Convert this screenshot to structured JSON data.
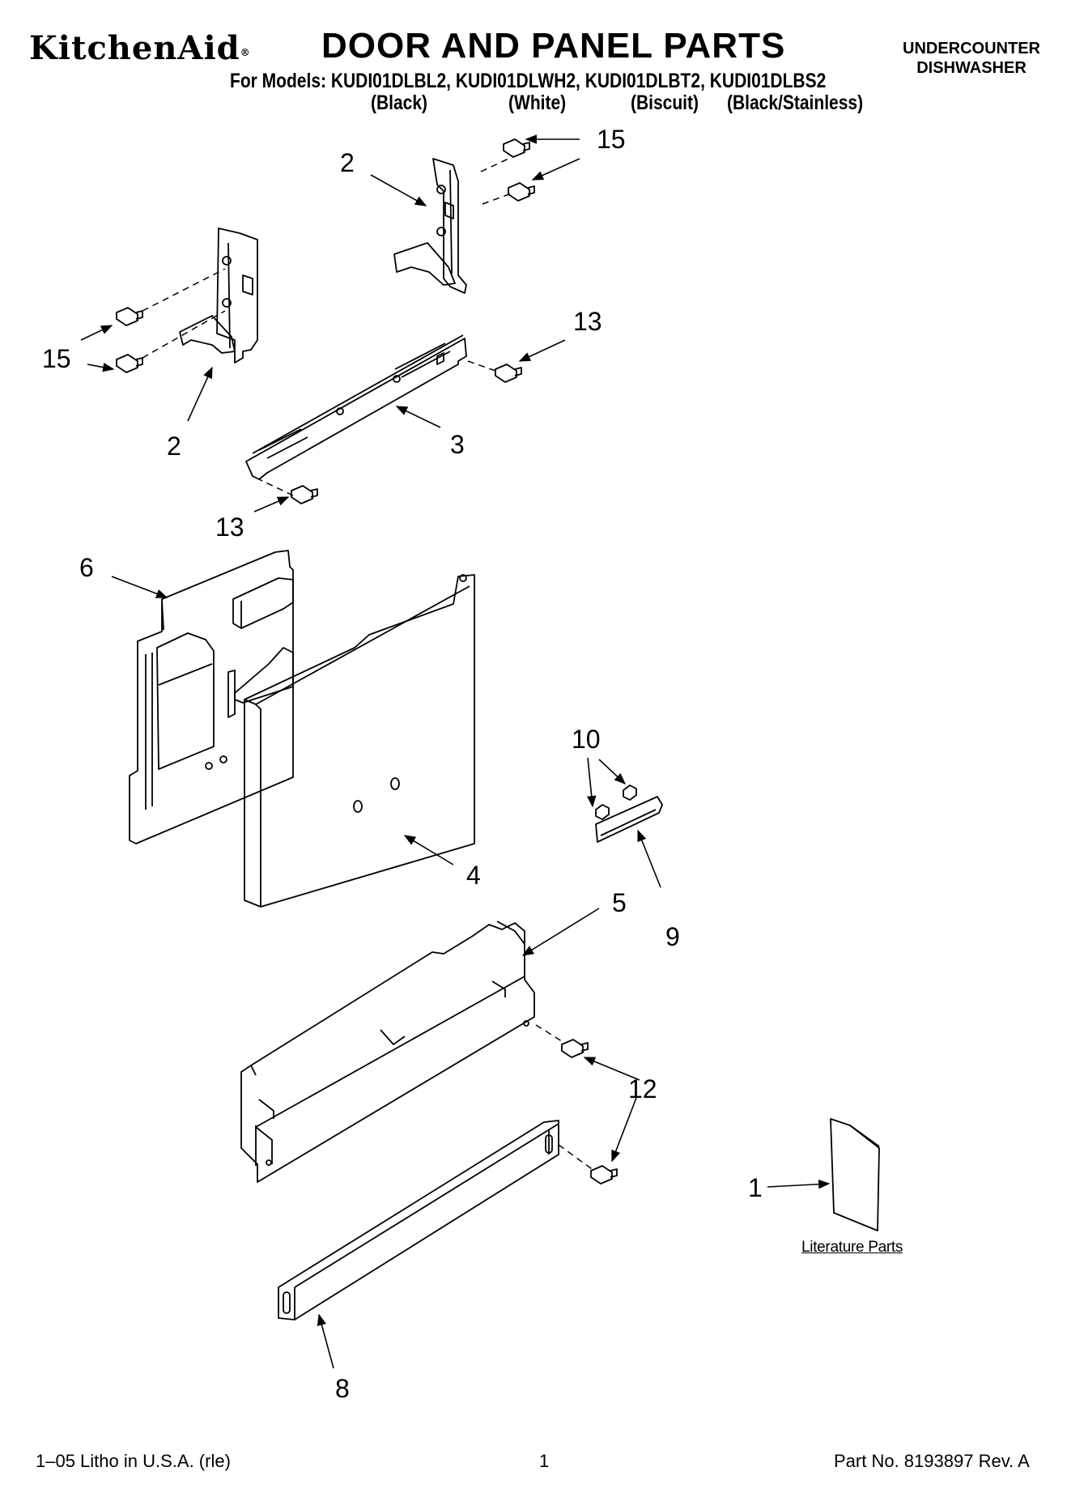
{
  "header": {
    "brand": "KitchenAid",
    "brand_mark": "®",
    "title": "DOOR AND PANEL PARTS",
    "category_line1": "UNDERCOUNTER",
    "category_line2": "DISHWASHER",
    "models_line": "For Models: KUDI01DLBL2, KUDI01DLWH2, KUDI01DLBT2, KUDI01DLBS2",
    "variants": [
      "(Black)",
      "(White)",
      "(Biscuit)",
      "(Black/Stainless)"
    ]
  },
  "callouts": {
    "c15_top": "15",
    "c2_top": "2",
    "c15_left": "15",
    "c2_left": "2",
    "c13_right": "13",
    "c3": "3",
    "c13_left": "13",
    "c6": "6",
    "c10": "10",
    "c4": "4",
    "c9": "9",
    "c5": "5",
    "c12": "12",
    "c1": "1",
    "c8": "8"
  },
  "literature_label": "Literature Parts",
  "footer": {
    "left": "1–05 Litho in U.S.A. (rle)",
    "page": "1",
    "right": "Part No. 8193897 Rev. A"
  }
}
